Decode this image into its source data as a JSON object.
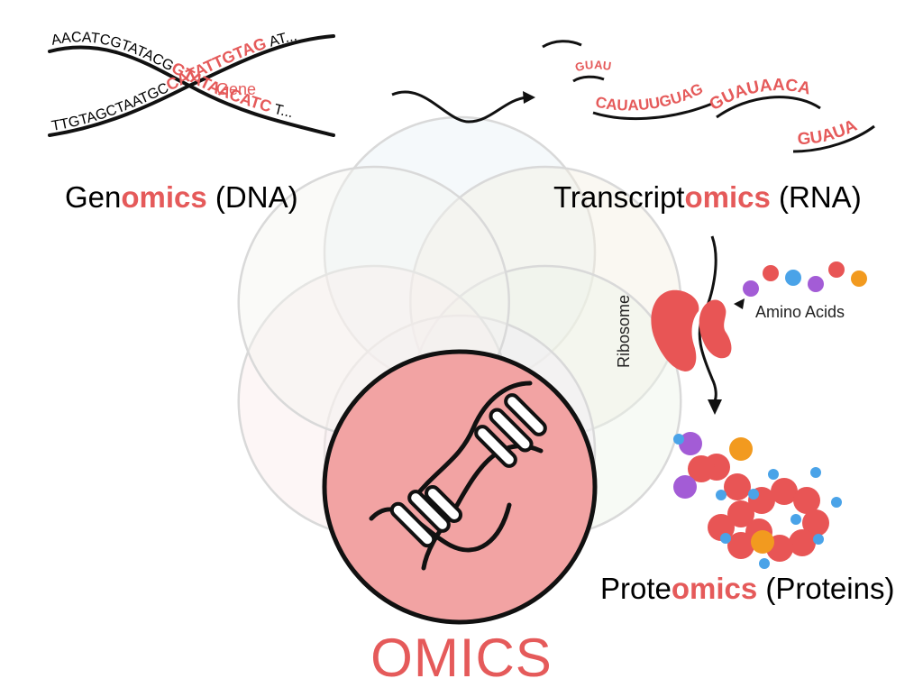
{
  "colors": {
    "accent": "#e55a5a",
    "circle_fill": "#f2a3a3",
    "dark": "#111111",
    "amino_red": "#e85555",
    "amino_blue": "#4aa3e8",
    "amino_purple": "#a35cd6",
    "amino_orange": "#f29a1f",
    "venn_colors": [
      "#e9f1f7",
      "#f4f0e2",
      "#eef3e8",
      "#f2eef6",
      "#fbeaea",
      "#f3f4f0"
    ]
  },
  "genomics": {
    "prefix": "Gen",
    "emph": "omics",
    "suffix": " (DNA)",
    "gene_label": "Gene",
    "strand_top_plain": "AACATCGTATACG",
    "strand_top_gene": "GTATAACATC",
    "strand_top_tail": "T...",
    "strand_bottom_plain": "TTGTAGCTAATGC",
    "strand_bottom_gene": "CATATTGTAG",
    "strand_bottom_tail": "AT..."
  },
  "transcriptomics": {
    "prefix": "Transcript",
    "emph": "omics",
    "suffix": " (RNA)",
    "rna_fragments": [
      "GUAU",
      "CAUAUUGUAG",
      "GUAUAACA",
      "GUAUA"
    ]
  },
  "translation": {
    "ribosome_label": "Ribosome",
    "amino_label": "Amino Acids"
  },
  "proteomics": {
    "prefix": "Prote",
    "emph": "omics",
    "suffix": " (Proteins)"
  },
  "center": {
    "title": "OMICS",
    "icon": "dna-helix-icon"
  }
}
